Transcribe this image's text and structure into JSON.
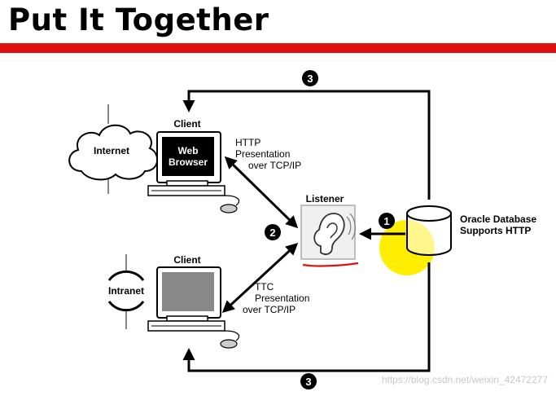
{
  "title": "Put It Together",
  "markers": {
    "step1": "1",
    "step2": "2",
    "step3_top": "3",
    "step3_bottom": "3"
  },
  "cloud_label": "Internet",
  "intranet_label": "Intranet",
  "client_top": {
    "label": "Client",
    "screen_line1": "Web",
    "screen_line2": "Browser"
  },
  "client_bottom": {
    "label": "Client"
  },
  "http_text": {
    "line1": "HTTP",
    "line2": "Presentation",
    "line3": "over TCP/IP"
  },
  "ttc_text": {
    "line1": "TTC",
    "line2": "Presentation",
    "line3": "over TCP/IP"
  },
  "listener_label": "Listener",
  "database": {
    "line1": "Oracle Database",
    "line2": "Supports HTTP"
  },
  "watermark": "https://blog.csdn.net/weixin_42472277",
  "colors": {
    "title_bar": "#e01010",
    "highlight": "#ffee00",
    "underline": "#e01010"
  },
  "icons": {
    "listener": "ear-icon",
    "database": "database-cylinder-icon"
  }
}
